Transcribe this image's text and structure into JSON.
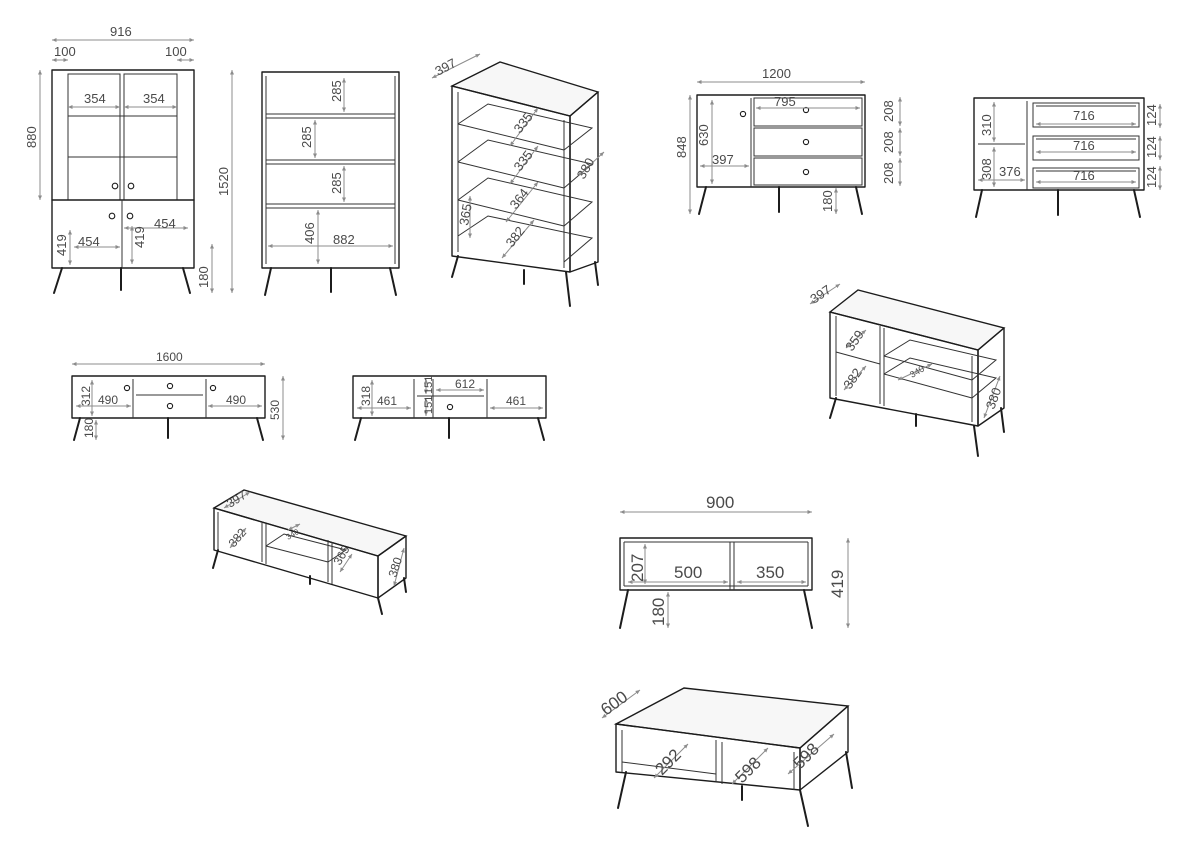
{
  "colors": {
    "line": "#1c1c1c",
    "dimension": "#8c8c8c",
    "text": "#4a4a4a",
    "background": "#ffffff"
  },
  "vitrine": {
    "width": "916",
    "side_left": "100",
    "side_right": "100",
    "glass_left": "354",
    "glass_right": "354",
    "upper_height": "880",
    "total_height": "1520",
    "door_left": "454",
    "door_right": "454",
    "door_height_left": "419",
    "door_height_right": "419",
    "leg_height": "180"
  },
  "bookcase_front": {
    "shelf_1": "285",
    "shelf_2": "285",
    "shelf_3": "285",
    "bottom_height": "406",
    "inner_width": "882"
  },
  "bookcase_iso": {
    "depth": "397",
    "inner_1": "335",
    "inner_2": "335",
    "inner_3": "364",
    "inner_4": "382",
    "side_height": "365",
    "outer_depth": "380"
  },
  "dresser_front": {
    "width": "1200",
    "drawer_width": "795",
    "drawer_1": "208",
    "drawer_2": "208",
    "drawer_3": "208",
    "total_height": "848",
    "door_height": "630",
    "door_width": "397",
    "leg_height": "180"
  },
  "dresser_interior": {
    "shelf_1": "310",
    "shelf_2": "308",
    "inner_width": "376",
    "drawer_1": "716",
    "drawer_2": "716",
    "drawer_3": "716",
    "height_1": "124",
    "height_2": "124",
    "height_3": "124"
  },
  "dresser_iso": {
    "depth": "397",
    "inner_1": "359",
    "inner_2": "382",
    "inner_3": "340",
    "outer_depth": "380"
  },
  "tv_front": {
    "width": "1600",
    "door_height": "312",
    "door_left": "490",
    "door_right": "490",
    "total_height": "530",
    "leg_height": "180"
  },
  "tv_interior": {
    "shelf_height": "318",
    "left_width": "461",
    "drawer_1": "151",
    "drawer_2": "151",
    "middle_width": "612",
    "right_width": "461"
  },
  "tv_iso": {
    "depth": "397",
    "inner_1": "382",
    "inner_2": "340",
    "inner_3": "365",
    "outer_depth": "380"
  },
  "table_front": {
    "width": "900",
    "inner_height": "207",
    "left_width": "500",
    "right_width": "350",
    "total_height": "419",
    "leg_height": "180"
  },
  "table_iso": {
    "depth": "600",
    "inner_1": "292",
    "inner_2": "598",
    "outer_depth": "598"
  }
}
